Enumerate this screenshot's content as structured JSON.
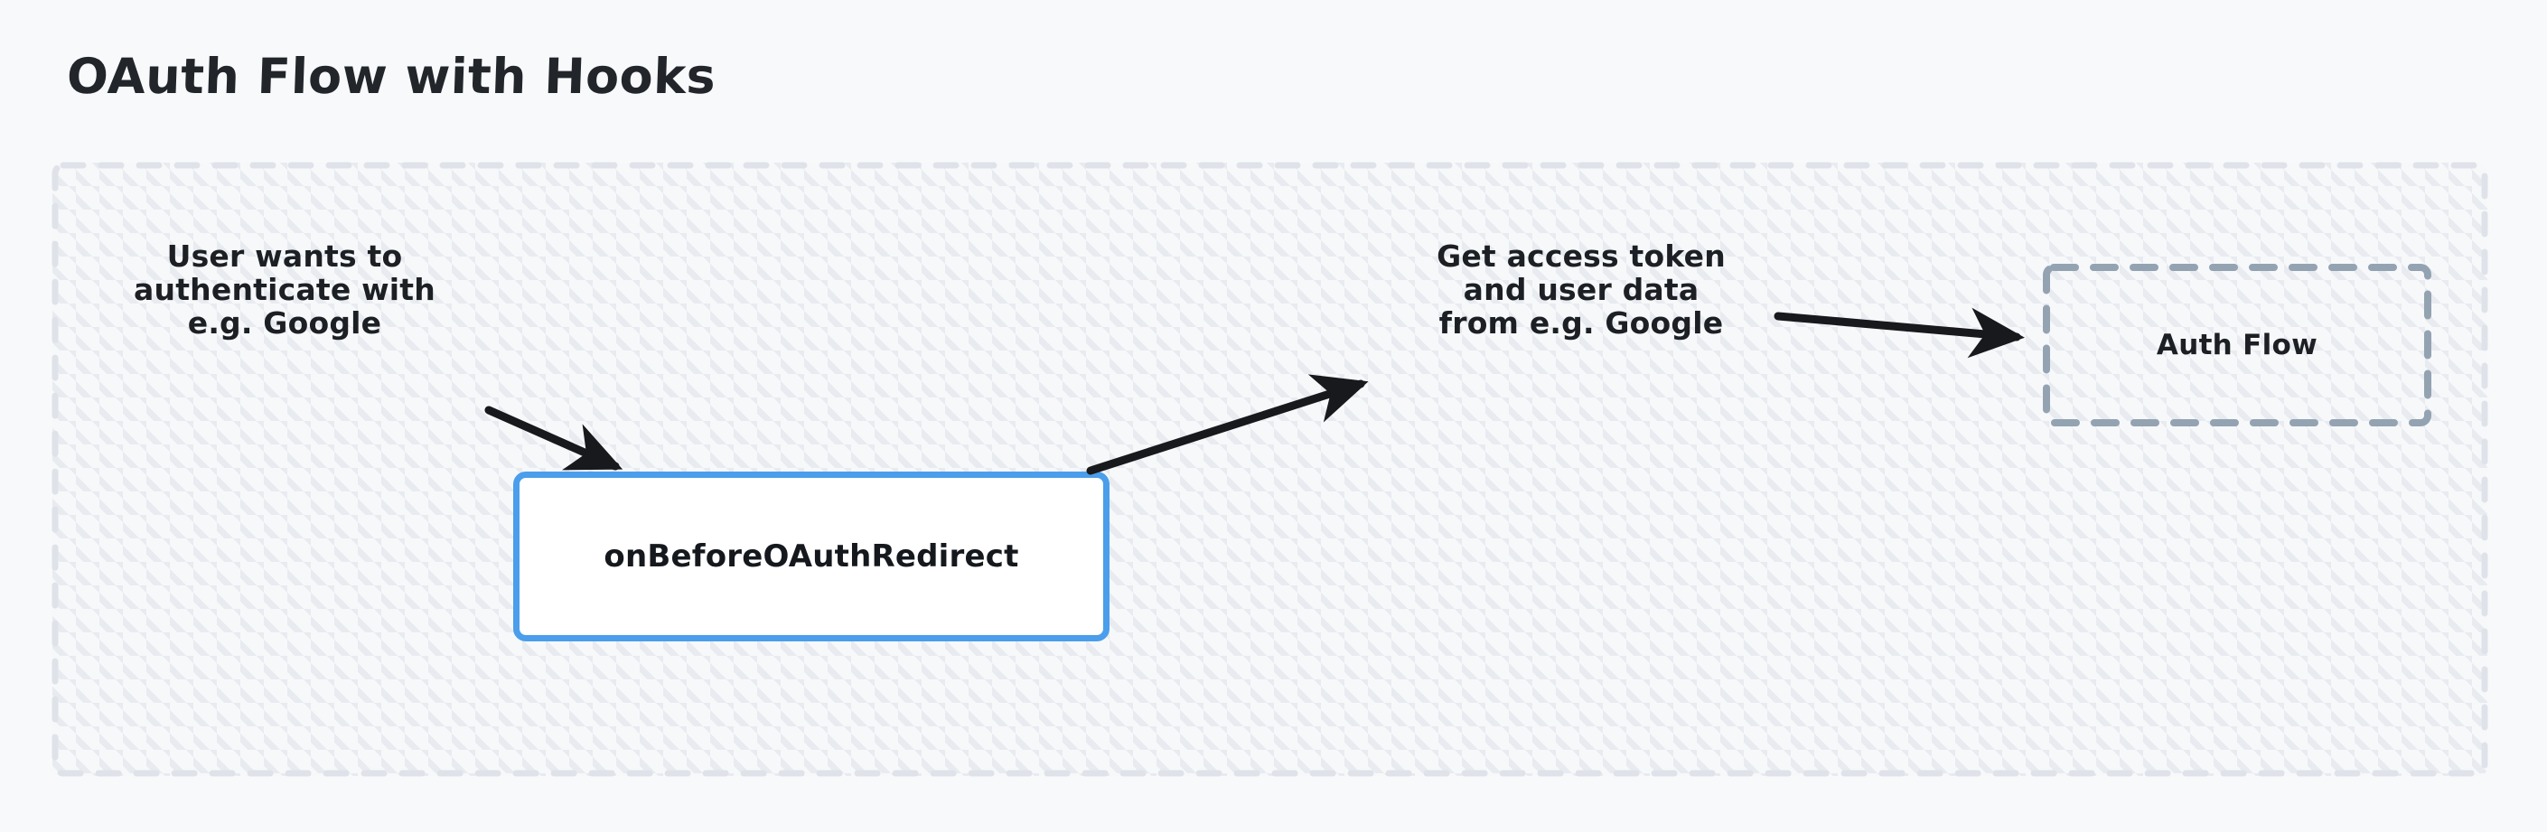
{
  "page": {
    "title": "OAuth Flow with Hooks",
    "background_color": "#f8f9fb",
    "text_color": "#1c2024"
  },
  "frame": {
    "name": "oauth-flow-container",
    "border_style": "dashed",
    "border_color": "#dfe3e9",
    "fill": "#f7f8fa",
    "pattern": "diagonal-hatch"
  },
  "nodes": {
    "hook": {
      "label": "onBeforeOAuthRedirect",
      "border_color": "#4a9eeb",
      "fill_color": "#ffffff",
      "shape": "rounded-rect"
    },
    "auth_flow": {
      "label": "Auth Flow",
      "border_color": "#94a3b2",
      "border_style": "dashed",
      "shape": "rounded-rect"
    }
  },
  "edges": [
    {
      "name": "user-to-hook",
      "label": "User wants to\nauthenticate with\ne.g. Google",
      "color": "#17191c",
      "from": "user",
      "to": "onBeforeOAuthRedirect"
    },
    {
      "name": "hook-to-provider",
      "label": "Get access token\nand user data\nfrom e.g. Google",
      "color": "#17191c",
      "from": "onBeforeOAuthRedirect",
      "to": "provider"
    },
    {
      "name": "provider-to-auth-flow",
      "label": "",
      "color": "#17191c",
      "from": "provider",
      "to": "Auth Flow"
    }
  ]
}
